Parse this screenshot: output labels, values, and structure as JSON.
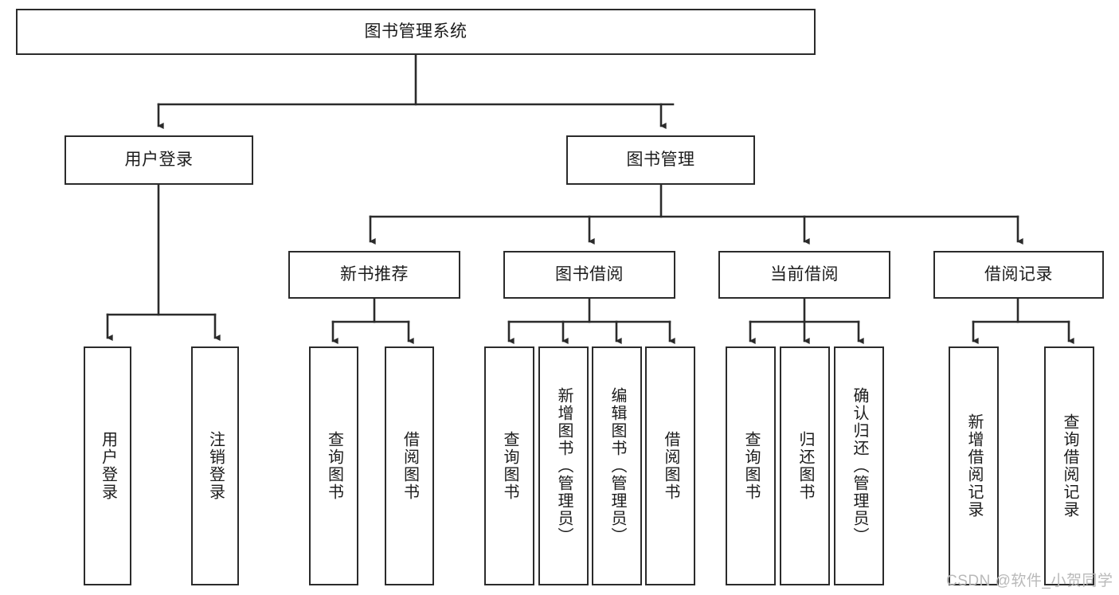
{
  "diagram": {
    "title": "图书管理系统",
    "type": "tree-hierarchy-diagram",
    "colors": {
      "box_border": "#2b2b2b",
      "box_fill": "#ffffff",
      "edge": "#2b2b2b",
      "text": "#1c1c1c",
      "watermark": "#b9b9b9"
    },
    "root": {
      "label": "图书管理系统"
    },
    "level2": [
      {
        "label": "用户登录"
      },
      {
        "label": "图书管理"
      }
    ],
    "level3": [
      {
        "label": "新书推荐"
      },
      {
        "label": "图书借阅"
      },
      {
        "label": "当前借阅"
      },
      {
        "label": "借阅记录"
      }
    ],
    "leaves": {
      "user_login": [
        {
          "label": "用户登录"
        },
        {
          "label": "注销登录"
        }
      ],
      "new_book_recommend": [
        {
          "label": "查询图书"
        },
        {
          "label": "借阅图书"
        }
      ],
      "book_borrow": [
        {
          "label": "查询图书"
        },
        {
          "label": "新增图书（管理员）"
        },
        {
          "label": "编辑图书（管理员）"
        },
        {
          "label": "借阅图书"
        }
      ],
      "current_borrow": [
        {
          "label": "查询图书"
        },
        {
          "label": "归还图书"
        },
        {
          "label": "确认归还（管理员）"
        }
      ],
      "borrow_record": [
        {
          "label": "新增借阅记录"
        },
        {
          "label": "查询借阅记录"
        }
      ]
    },
    "watermark": "CSDN @软件_小贺同学"
  }
}
